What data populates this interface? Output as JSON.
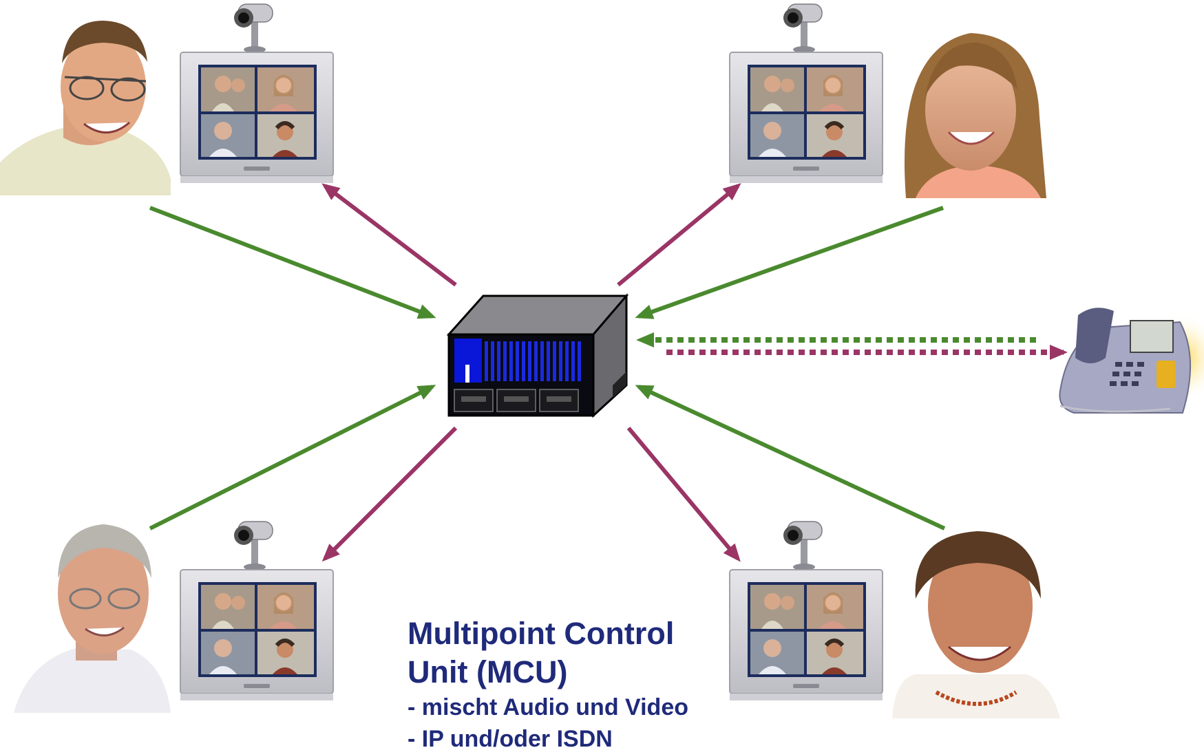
{
  "caption": {
    "title_line1": "Multipoint Control",
    "title_line2": "Unit (MCU)",
    "bullets": [
      "- mischt Audio und Video",
      "- IP und/oder ISDN"
    ]
  },
  "colors": {
    "text": "#1f2a7a",
    "send_arrow": "#4a8a2e",
    "receive_arrow": "#9a3566",
    "mcu_screen": "#0a16d8"
  },
  "icons": {
    "participant": "person-photo-icon",
    "monitor": "monitor-icon",
    "camera": "camera-icon",
    "mcu": "mcu-server-icon",
    "phone": "telephone-icon"
  }
}
